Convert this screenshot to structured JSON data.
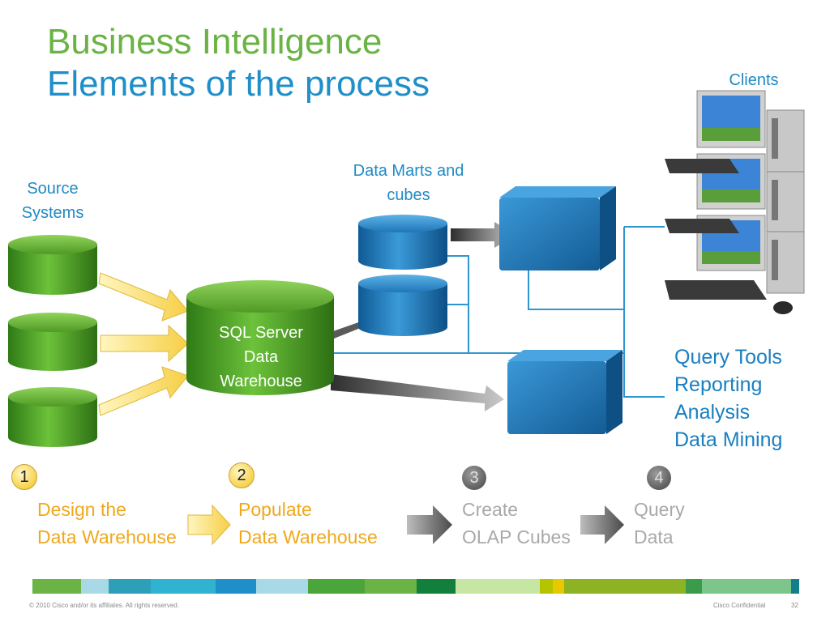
{
  "title": {
    "line1": "Business Intelligence",
    "line2": "Elements of the process"
  },
  "labels": {
    "clients": "Clients",
    "data_marts": "Data Marts and cubes",
    "source_systems": "Source Systems",
    "warehouse": [
      "SQL Server",
      "Data",
      "Warehouse"
    ]
  },
  "query_tools": [
    "Query Tools",
    "Reporting",
    "Analysis",
    "Data Mining"
  ],
  "steps": [
    {
      "number": "1",
      "lines": [
        "Design the",
        "Data Warehouse"
      ],
      "state": "active"
    },
    {
      "number": "2",
      "lines": [
        "Populate",
        "Data Warehouse"
      ],
      "state": "active"
    },
    {
      "number": "3",
      "lines": [
        "Create",
        "OLAP Cubes"
      ],
      "state": "inactive"
    },
    {
      "number": "4",
      "lines": [
        "Query",
        "Data"
      ],
      "state": "inactive"
    }
  ],
  "footer": {
    "copyright": "© 2010 Cisco and/or its affiliates. All rights reserved.",
    "confidential": "Cisco Confidential",
    "page": "32"
  },
  "colors": {
    "title_green": "#6ab344",
    "title_blue": "#1e8fc9",
    "active_step": "#f0a81c",
    "inactive_step": "#a9a9a9",
    "db_green": "#4e9a2a",
    "db_blue": "#1f7cc0"
  }
}
